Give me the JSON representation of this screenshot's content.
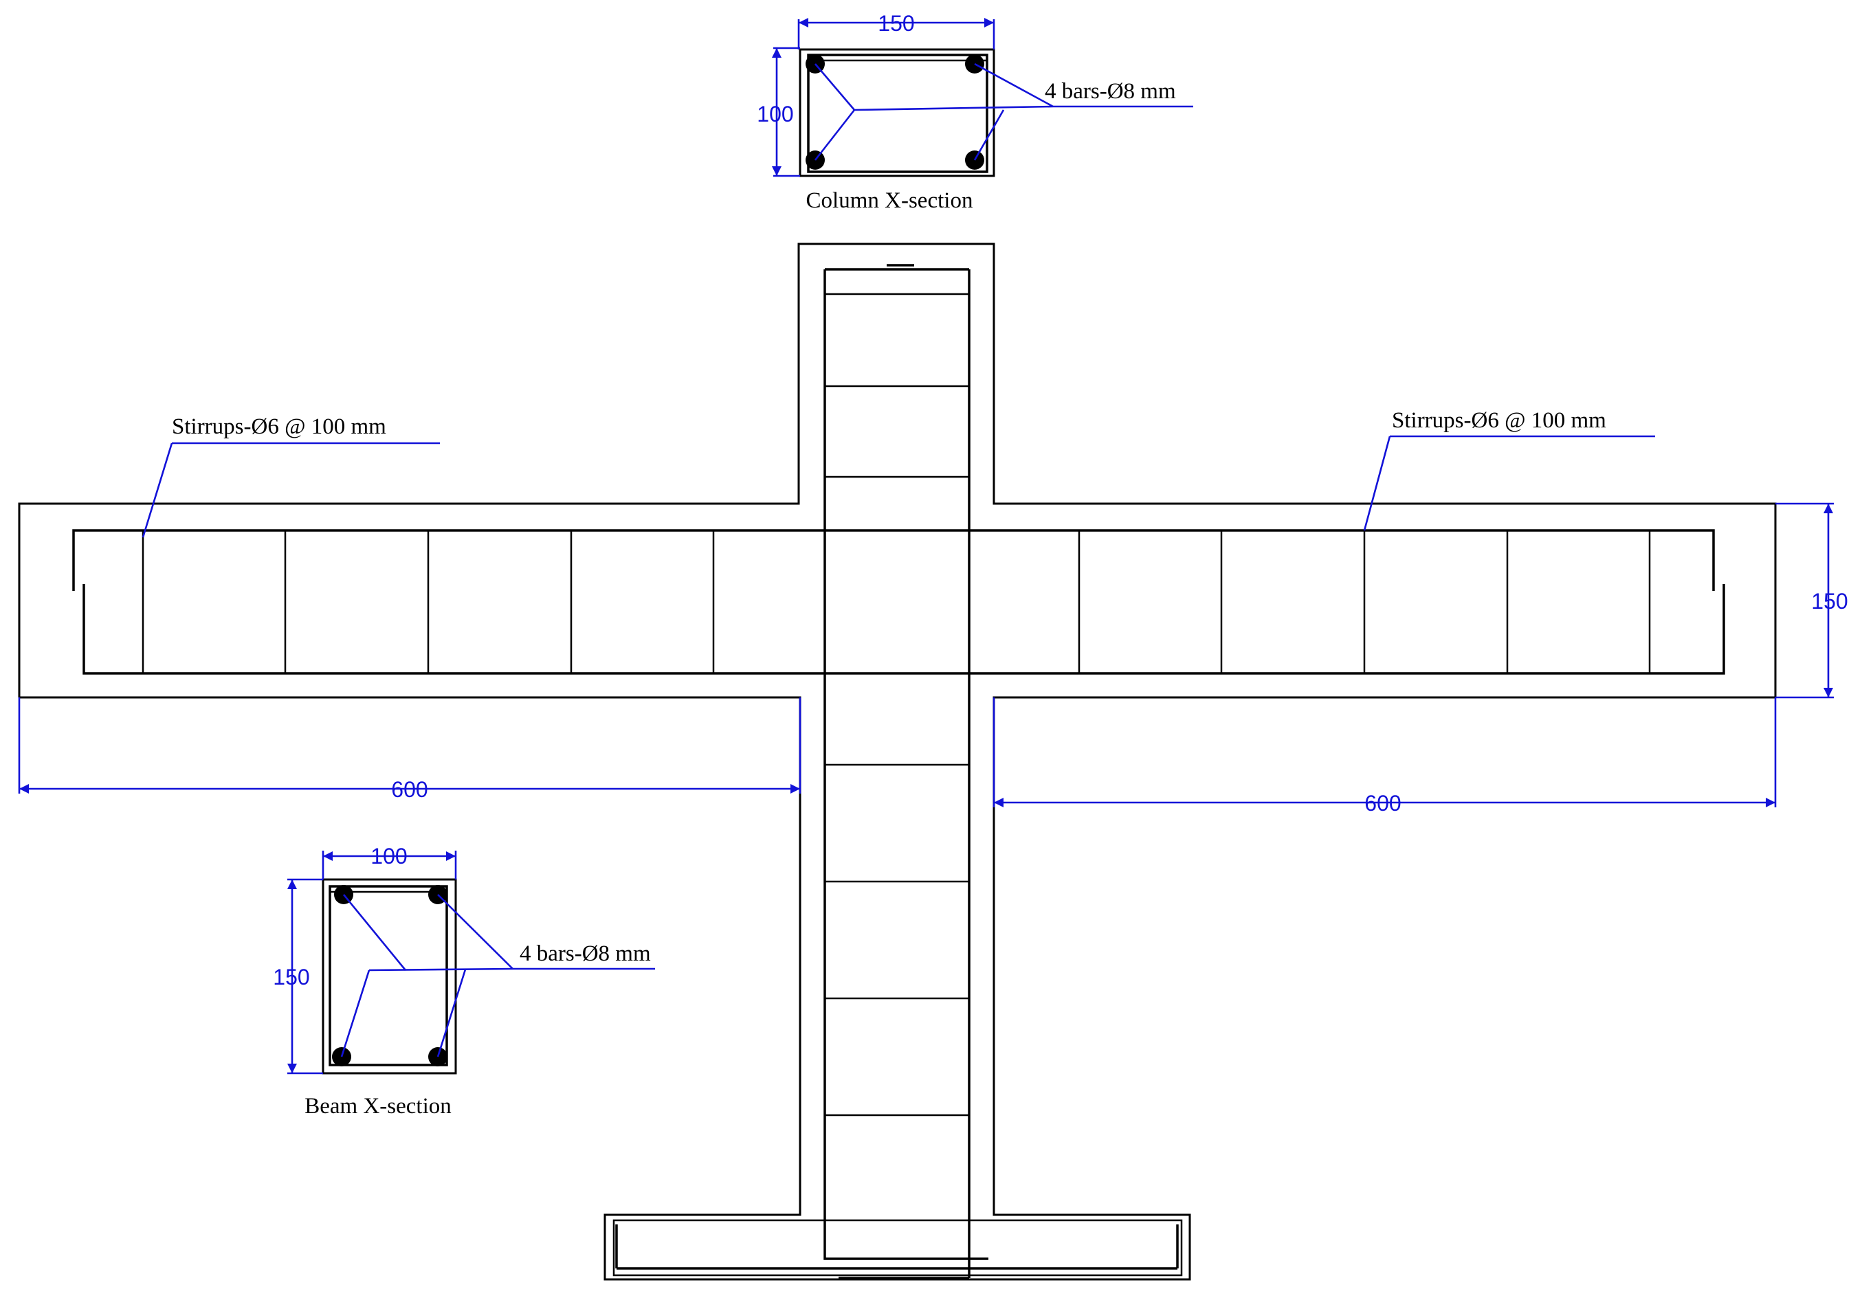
{
  "column_section": {
    "caption": "Column X-section",
    "width_label": "150",
    "height_label": "100",
    "bars_label": "4 bars-Ø8 mm"
  },
  "beam_section": {
    "caption": "Beam X-section",
    "width_label": "100",
    "height_label": "150",
    "bars_label": "4 bars-Ø8 mm"
  },
  "elevation": {
    "stirrups_left_label": "Stirrups-Ø6 @ 100 mm",
    "stirrups_right_label": "Stirrups-Ø6 @ 100 mm",
    "left_span_label": "600",
    "right_span_label": "600",
    "beam_depth_label": "150"
  },
  "colors": {
    "dimension": "#1212d8",
    "linework": "#000000"
  }
}
